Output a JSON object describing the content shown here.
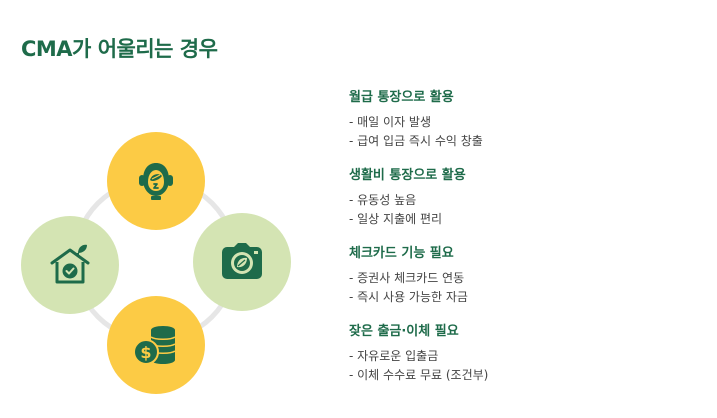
{
  "page": {
    "title": "CMA가 어울리는 경우"
  },
  "colors": {
    "title": "#1e6b4a",
    "accent_yellow": "#fccb45",
    "accent_green": "#d4e4b3",
    "icon_dark": "#1e6b4a",
    "ring": "#e6e6e6"
  },
  "diagram": {
    "nodes": [
      {
        "position": "top",
        "icon": "person-leaf-icon"
      },
      {
        "position": "right",
        "icon": "camera-leaf-icon"
      },
      {
        "position": "left",
        "icon": "house-check-icon"
      },
      {
        "position": "bottom",
        "icon": "coins-dollar-icon"
      }
    ]
  },
  "sections": [
    {
      "title": "월급 통장으로 활용",
      "items": [
        "- 매일 이자 발생",
        "- 급여 입금 즉시 수익 창출"
      ]
    },
    {
      "title": "생활비 통장으로 활용",
      "items": [
        "- 유동성 높음",
        "- 일상 지출에 편리"
      ]
    },
    {
      "title": "체크카드 기능 필요",
      "items": [
        "- 증권사 체크카드 연동",
        "- 즉시 사용 가능한 자금"
      ]
    },
    {
      "title": "잦은 출금·이체 필요",
      "items": [
        "- 자유로운 입출금",
        "- 이체 수수료 무료 (조건부)"
      ]
    }
  ]
}
